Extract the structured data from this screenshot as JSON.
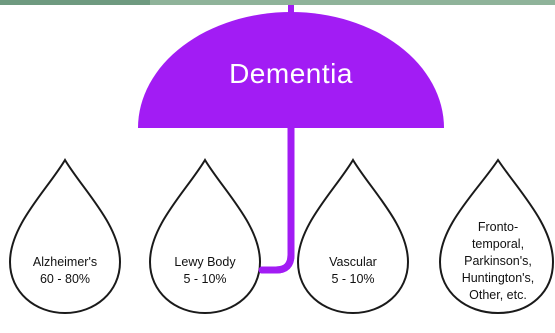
{
  "colors": {
    "umbrella": "#a21cf4",
    "drop_outline": "#1a1a1a",
    "top_strip": "#8fb39a"
  },
  "umbrella": {
    "title": "Dementia"
  },
  "drops": [
    {
      "label": "Alzheimer's\n60 - 80%"
    },
    {
      "label": "Lewy Body\n5 - 10%"
    },
    {
      "label": "Vascular\n5 - 10%"
    },
    {
      "label": "Fronto-\ntemporal,\nParkinson's,\nHuntington's,\nOther, etc."
    }
  ]
}
